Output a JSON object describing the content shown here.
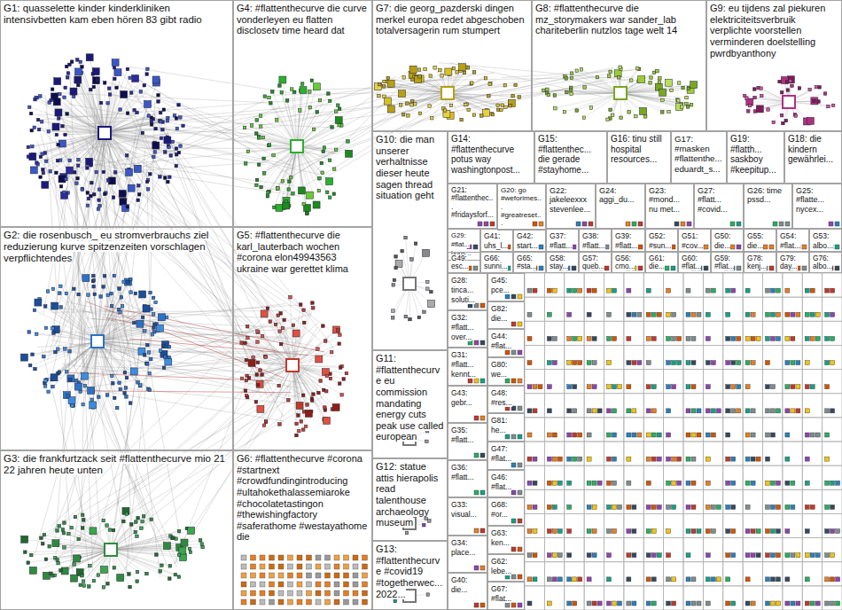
{
  "diagram": {
    "nodes": [
      {
        "text": [
          "G1: quasselette kinder kinderkliniken intensivbetten kam eben hören 83 gibt radio"
        ]
      },
      {
        "text": [
          "G4: #flattenthecurve die curve vonderleyen eu flatten disclosetv time heard dat"
        ]
      },
      {
        "text": [
          "G7: die georg_pazderski dingen merkel europa redet abgeschoben totalversagerin rum stumpert"
        ]
      },
      {
        "text": [
          "G8: #flattenthecurve die mz_storymakers war sander_lab chariteberlin nutzlos tage welt 14"
        ]
      },
      {
        "text": [
          "G9: eu tijdens zal piekuren elektriciteitsverbruik verplichte voorstellen verminderen doelstelling pwrdbyanthony"
        ]
      },
      {
        "text": [
          "G2: die rosenbusch_ eu stromverbrauchs ziel reduzierung kurve spitzenzeiten vorschlagen verpflichtendes"
        ]
      },
      {
        "text": [
          "G5: #flattenthecurve die karl_lauterbach wochen #corona elon49943563 ukraine war gerettet klima"
        ]
      },
      {
        "text": [
          "G10: die man unserer verhaltnisse dieser heute sagen thread situation geht"
        ]
      },
      {
        "text": [
          "G14: #flattenthecurve potus way washingtonpost..."
        ]
      },
      {
        "text": [
          "G15: #flattenthec... die gerade #stayhome..."
        ]
      },
      {
        "text": [
          "G16: tinu still hospital resources..."
        ]
      },
      {
        "text": [
          "G17: #masken #flattenthe... eduardt_s..."
        ]
      },
      {
        "text": [
          "G19: #flatth... saskboy #keepitup..."
        ]
      },
      {
        "text": [
          "G18: die kindern gewährlei..."
        ]
      },
      {
        "text": [
          "G21: #flattenthec... #fridaysforf..."
        ]
      },
      {
        "text": [
          "G20: go #weforimes... #greatreset..."
        ]
      },
      {
        "text": [
          "G22: jakeleexxx stevenlee..."
        ]
      },
      {
        "text": [
          "G24: aggi_du..."
        ]
      },
      {
        "text": [
          "G23: #mond... nu met..."
        ]
      },
      {
        "text": [
          "G27: #flatt... #covid..."
        ]
      },
      {
        "text": [
          "G26: time pssd..."
        ]
      },
      {
        "text": [
          "G25: #flatte... nycex..."
        ]
      },
      {
        "text": [
          "G29: #flat... hous..."
        ]
      },
      {
        "text": [
          "G41: uhs_l..."
        ]
      },
      {
        "text": [
          "G42: start..."
        ]
      },
      {
        "text": [
          "G37: #flatt..."
        ]
      },
      {
        "text": [
          "G38: #flatt..."
        ]
      },
      {
        "text": [
          "G39: #flatt..."
        ]
      },
      {
        "text": [
          "G52: #sun..."
        ]
      },
      {
        "text": [
          "G51: #cov..."
        ]
      },
      {
        "text": [
          "G50: die..."
        ]
      },
      {
        "text": [
          "G55: die..."
        ]
      },
      {
        "text": [
          "G54: #flat..."
        ]
      },
      {
        "text": [
          "G53: albo..."
        ]
      },
      {
        "text": [
          "G49: esc..."
        ]
      },
      {
        "text": [
          "G66: sunni..."
        ]
      },
      {
        "text": [
          "G65: #sta..."
        ]
      },
      {
        "text": [
          "G58: stay..."
        ]
      },
      {
        "text": [
          "G57: queb..."
        ]
      },
      {
        "text": [
          "G56: cmo..."
        ]
      },
      {
        "text": [
          "G61: die..."
        ]
      },
      {
        "text": [
          "G60: #flat..."
        ]
      },
      {
        "text": [
          "G59: #flat..."
        ]
      },
      {
        "text": [
          "G78: kenj..."
        ]
      },
      {
        "text": [
          "G79: day..."
        ]
      },
      {
        "text": [
          "G76: albo..."
        ]
      },
      {
        "text": [
          "G28: tinca... soluti..."
        ]
      },
      {
        "text": [
          "G32: #flatt... over..."
        ]
      },
      {
        "text": [
          "G31: #flatt... kennt..."
        ]
      },
      {
        "text": [
          "G43: gebr..."
        ]
      },
      {
        "text": [
          "G35: #flatt..."
        ]
      },
      {
        "text": [
          "G36: #flatt..."
        ]
      },
      {
        "text": [
          "G33: visual..."
        ]
      },
      {
        "text": [
          "G34: place..."
        ]
      },
      {
        "text": [
          "G40: die..."
        ]
      },
      {
        "text": [
          "G45: pce..."
        ]
      },
      {
        "text": [
          "G82: die..."
        ]
      },
      {
        "text": [
          "G44: #flat..."
        ]
      },
      {
        "text": [
          "G80: we..."
        ]
      },
      {
        "text": [
          "G48: #res..."
        ]
      },
      {
        "text": [
          "G81: he..."
        ]
      },
      {
        "text": [
          "G47: #flat..."
        ]
      },
      {
        "text": [
          "G46: #flat..."
        ]
      },
      {
        "text": [
          "G68: #or..."
        ]
      },
      {
        "text": [
          "G63: ken..."
        ]
      },
      {
        "text": [
          "G62: lebe..."
        ]
      },
      {
        "text": [
          "G67: #flat..."
        ]
      },
      {
        "text": [
          "G3: die frankfurtzack seit #flattenthecurve mio 21 22 jahren heute unten"
        ]
      },
      {
        "text": [
          "G6: #flattenthecurve #corona #startnext #crowdfundingintroducing #ultahokethalassemiaroke #chocolatetastingon #thewishingfactory #saferathome #westayathome die"
        ]
      },
      {
        "text": [
          "G11: #flattenthecurve eu commission mandating energy cuts peak use called european"
        ]
      },
      {
        "text": [
          "G12: statue attis hierapolis read talenthouse archaeology museum"
        ]
      },
      {
        "text": [
          "G13: #flattenthecurve #covid19 #togetherwec... 2022..."
        ]
      }
    ]
  }
}
